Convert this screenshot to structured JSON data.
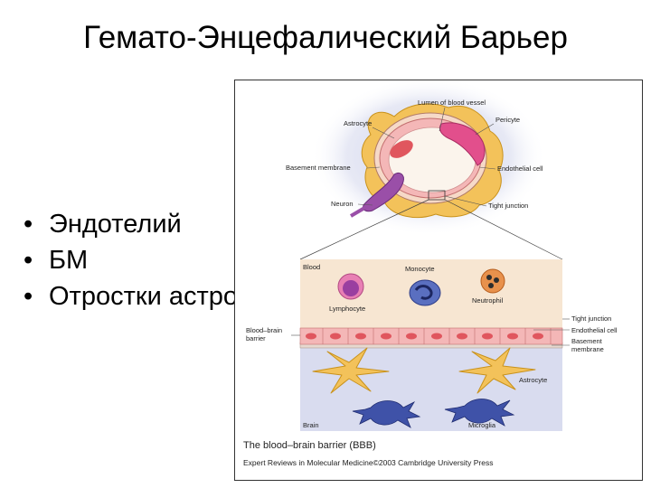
{
  "slide": {
    "title": "Гемато-Энцефалический Барьер",
    "bullets": [
      "Эндотелий",
      "БМ",
      "Отростки астроцита"
    ]
  },
  "figure": {
    "top_labels": {
      "lumen": "Lumen of blood vessel",
      "astrocyte": "Astrocyte",
      "pericyte": "Pericyte",
      "basement_membrane": "Basement membrane",
      "endothelial_cell": "Endothelial cell",
      "neuron": "Neuron",
      "tight_junction": "Tight junction"
    },
    "detail_labels": {
      "blood": "Blood",
      "monocyte": "Monocyte",
      "lymphocyte": "Lymphocyte",
      "neutrophil": "Neutrophil",
      "bbb_line1": "Blood–brain",
      "bbb_line2": "barrier",
      "tight_junction": "Tight junction",
      "endothelial_cell": "Endothelial cell",
      "basement_line1": "Basement",
      "basement_line2": "membrane",
      "astrocyte": "Astrocyte",
      "brain": "Brain",
      "microglia": "Microglia"
    },
    "caption": "The blood–brain barrier (BBB)",
    "credit": "Expert Reviews in Molecular Medicine©2003 Cambridge University Press"
  },
  "colors": {
    "blood_bg": "#f7e6d2",
    "brain_bg": "#d9dcef",
    "endothelium": "#f4b7b7",
    "nucleus_red": "#e0565e",
    "astrocyte": "#f3c25a",
    "pericyte": "#e24f8c",
    "neuron": "#9a4fa8",
    "microglia": "#3f52a8",
    "halo": "#c7cbe6"
  }
}
